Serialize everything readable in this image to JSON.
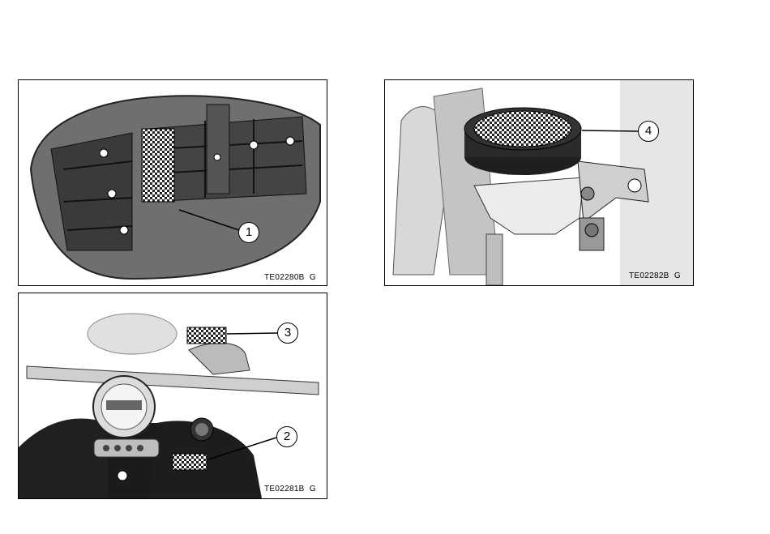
{
  "figures": [
    {
      "code": "TE02280B",
      "suffix": "G",
      "callouts": [
        "1"
      ]
    },
    {
      "code": "TE02282B",
      "suffix": "G",
      "callouts": [
        "4"
      ]
    },
    {
      "code": "TE02281B",
      "suffix": "G",
      "callouts": [
        "3",
        "2"
      ]
    }
  ]
}
